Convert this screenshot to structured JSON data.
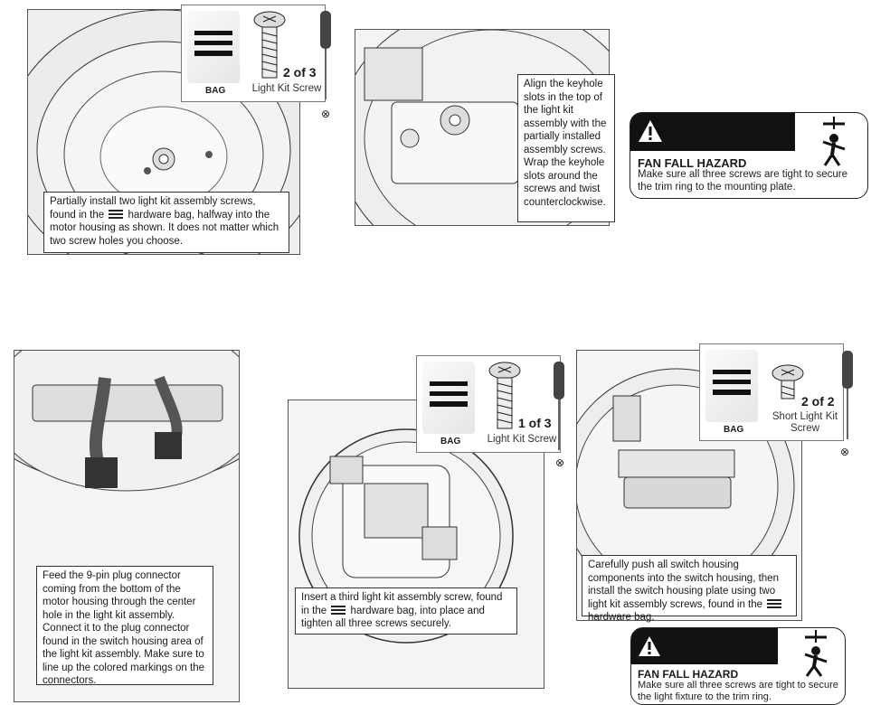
{
  "steps": {
    "s1": {
      "text_a": "Partially install two light kit assembly screws, found in the",
      "text_b": "hardware bag, halfway into the motor housing as shown. It does not matter which two screw holes you choose.",
      "hw": {
        "bag": "BAG",
        "count": "2 of 3",
        "name": "Light Kit Screw"
      }
    },
    "s2": {
      "text": "Align the keyhole slots in the top of the light kit assembly with the partially installed assembly screws. Wrap the keyhole slots around the screws and twist counterclockwise."
    },
    "s3": {
      "text": "Feed the 9-pin plug connector coming from the bottom of the motor housing through the center hole in the light kit assembly. Connect it to the plug connector found in the switch housing area of the light kit assembly. Make sure to line up the colored markings on the connectors."
    },
    "s4": {
      "text_a": "Insert a third light kit assembly screw, found in the",
      "text_b": "hardware bag, into place and tighten all three screws securely.",
      "hw": {
        "bag": "BAG",
        "count": "1 of 3",
        "name": "Light Kit Screw"
      }
    },
    "s5": {
      "text_a": "Carefully push all switch housing components into the switch housing, then install the switch housing plate using two light kit assembly screws, found in the",
      "text_b": "hardware bag.",
      "hw": {
        "bag": "BAG",
        "count": "2 of 2",
        "name": "Short Light Kit Screw"
      }
    }
  },
  "warnings": [
    {
      "title": "WARNING",
      "hazard": "FAN FALL HAZARD",
      "message": "Make sure all three screws are tight to secure the trim ring to the mounting plate."
    },
    {
      "title": "WARNING",
      "hazard": "FAN FALL HAZARD",
      "message": "Make sure all three screws are tight to secure the light fixture to the trim ring."
    }
  ],
  "icons": {
    "screwdriver": "screwdriver-icon",
    "no_power_tool": "no-power-tool-icon",
    "warning": "warning-triangle-icon",
    "falling_person": "falling-person-icon"
  }
}
